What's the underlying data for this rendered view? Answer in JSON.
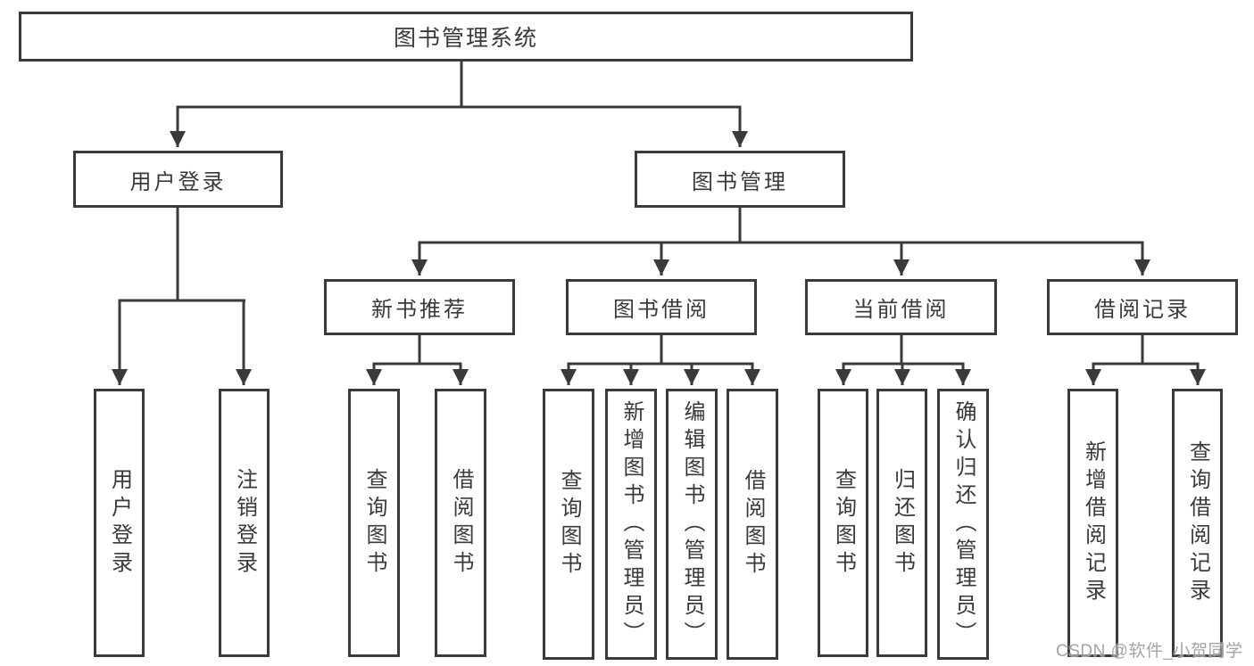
{
  "diagram": {
    "root": {
      "label": "图书管理系统",
      "children": [
        {
          "label": "用户登录",
          "children": [
            {
              "label": "用户登录"
            },
            {
              "label": "注销登录"
            }
          ]
        },
        {
          "label": "图书管理",
          "children": [
            {
              "label": "新书推荐",
              "children": [
                {
                  "label": "查询图书"
                },
                {
                  "label": "借阅图书"
                }
              ]
            },
            {
              "label": "图书借阅",
              "children": [
                {
                  "label": "查询图书"
                },
                {
                  "label": "新增图书（管理员）"
                },
                {
                  "label": "编辑图书（管理员）"
                },
                {
                  "label": "借阅图书"
                }
              ]
            },
            {
              "label": "当前借阅",
              "children": [
                {
                  "label": "查询图书"
                },
                {
                  "label": "归还图书"
                },
                {
                  "label": "确认归还（管理员）"
                }
              ]
            },
            {
              "label": "借阅记录",
              "children": [
                {
                  "label": "新增借阅记录"
                },
                {
                  "label": "查询借阅记录"
                }
              ]
            }
          ]
        }
      ]
    },
    "colors": {
      "line": "#3a3a3a",
      "text": "#3a3a3a",
      "background": "#ffffff",
      "watermark": "#9b9b9b"
    },
    "watermark": "CSDN @软件_小贺同学"
  }
}
